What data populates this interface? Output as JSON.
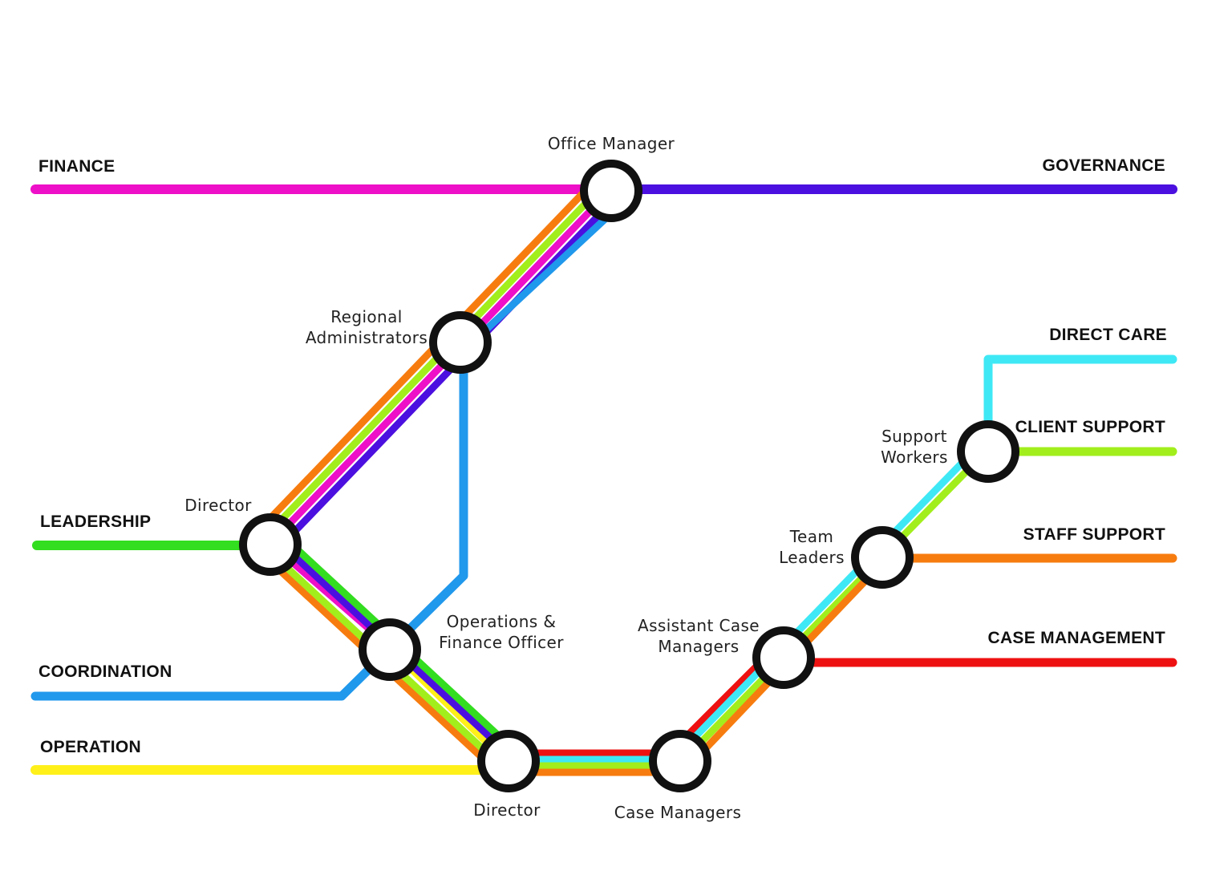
{
  "lines": [
    {
      "key": "finance",
      "label": "FINANCE",
      "color": "#ee0fc8"
    },
    {
      "key": "governance",
      "label": "GOVERNANCE",
      "color": "#4b10df"
    },
    {
      "key": "leadership",
      "label": "LEADERSHIP",
      "color": "#33dd1f"
    },
    {
      "key": "coordination",
      "label": "COORDINATION",
      "color": "#2098ec"
    },
    {
      "key": "operation",
      "label": "OPERATION",
      "color": "#fff01a"
    },
    {
      "key": "direct_care",
      "label": "DIRECT CARE",
      "color": "#3fe8f5"
    },
    {
      "key": "client_support",
      "label": "CLIENT SUPPORT",
      "color": "#a2ee1c"
    },
    {
      "key": "staff_support",
      "label": "STAFF SUPPORT",
      "color": "#f77c0f"
    },
    {
      "key": "case_management",
      "label": "CASE MANAGEMENT",
      "color": "#ee1111"
    }
  ],
  "stations": {
    "office_manager": "Office Manager",
    "regional_administrators": [
      "Regional",
      "Administrators"
    ],
    "director_top": "Director",
    "operations_finance_officer": [
      "Operations &",
      "Finance Officer"
    ],
    "director_bottom": "Director",
    "case_managers": "Case Managers",
    "assistant_case_managers": [
      "Assistant Case",
      "Managers"
    ],
    "team_leaders": [
      "Team",
      "Leaders"
    ],
    "support_workers": [
      "Support",
      "Workers"
    ]
  }
}
